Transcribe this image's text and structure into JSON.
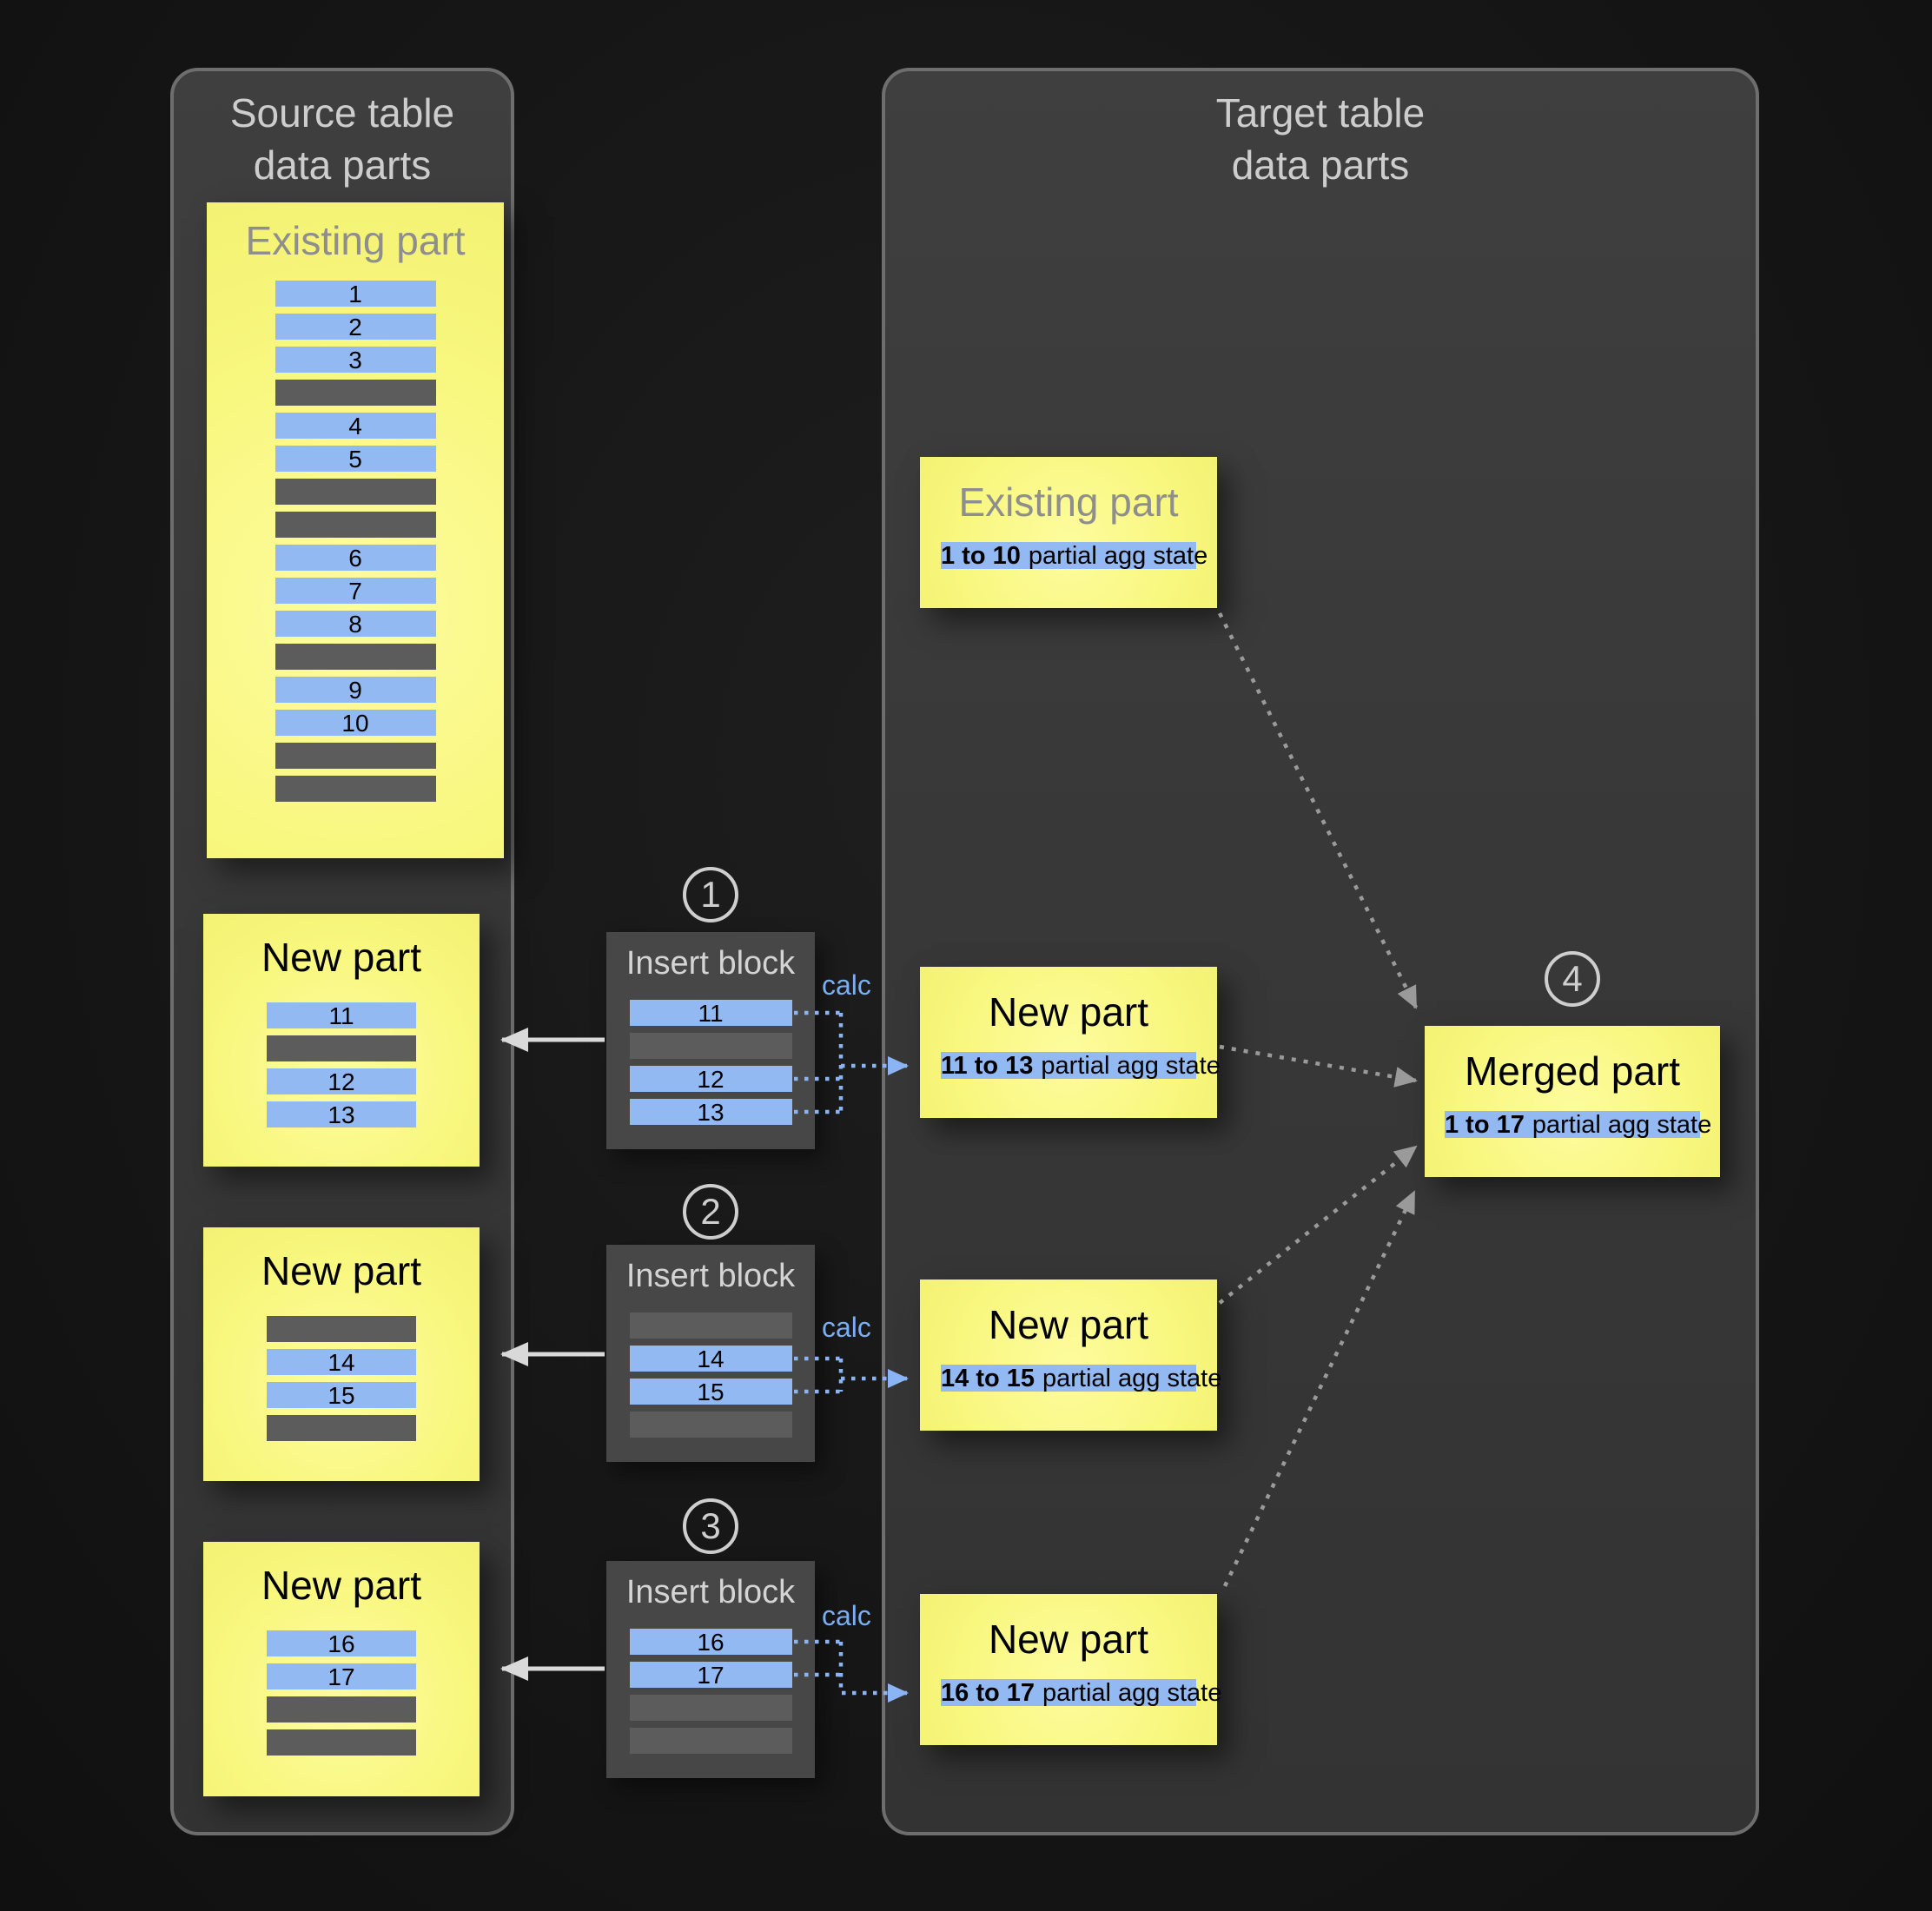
{
  "source_panel": {
    "title": "Source table\ndata parts",
    "existing_part": {
      "title": "Existing part",
      "rows": [
        "1",
        "2",
        "3",
        "",
        "4",
        "5",
        "",
        "",
        "6",
        "7",
        "8",
        "",
        "9",
        "10",
        "",
        ""
      ]
    },
    "new_parts": [
      {
        "title": "New part",
        "rows": [
          "11",
          "",
          "12",
          "13"
        ]
      },
      {
        "title": "New part",
        "rows": [
          "",
          "14",
          "15",
          ""
        ]
      },
      {
        "title": "New part",
        "rows": [
          "16",
          "17",
          "",
          ""
        ]
      }
    ]
  },
  "insert_steps": [
    {
      "step": "1",
      "title": "Insert block",
      "calc": "calc",
      "rows": [
        "11",
        "",
        "12",
        "13"
      ]
    },
    {
      "step": "2",
      "title": "Insert block",
      "calc": "calc",
      "rows": [
        "",
        "14",
        "15",
        ""
      ]
    },
    {
      "step": "3",
      "title": "Insert block",
      "calc": "calc",
      "rows": [
        "16",
        "17",
        "",
        ""
      ]
    }
  ],
  "target_panel": {
    "title": "Target table\ndata parts",
    "existing_part": {
      "title": "Existing part",
      "range": "1 to 10",
      "label": "partial agg state"
    },
    "new_parts": [
      {
        "title": "New part",
        "range": "11 to 13",
        "label": "partial agg state"
      },
      {
        "title": "New part",
        "range": "14 to 15",
        "label": "partial agg state"
      },
      {
        "title": "New part",
        "range": "16 to 17",
        "label": "partial agg state"
      }
    ],
    "merged_part": {
      "step": "4",
      "title": "Merged part",
      "range": "1 to 17",
      "label": "partial agg state"
    }
  },
  "colors": {
    "note_yellow": "#f8f77e",
    "highlight_blue": "#93b9f3",
    "row_gray": "#5c5c5c",
    "calc_blue": "#79aef2",
    "arrow_white": "#d9d9d9",
    "arrow_gray": "#9a9a9a"
  }
}
